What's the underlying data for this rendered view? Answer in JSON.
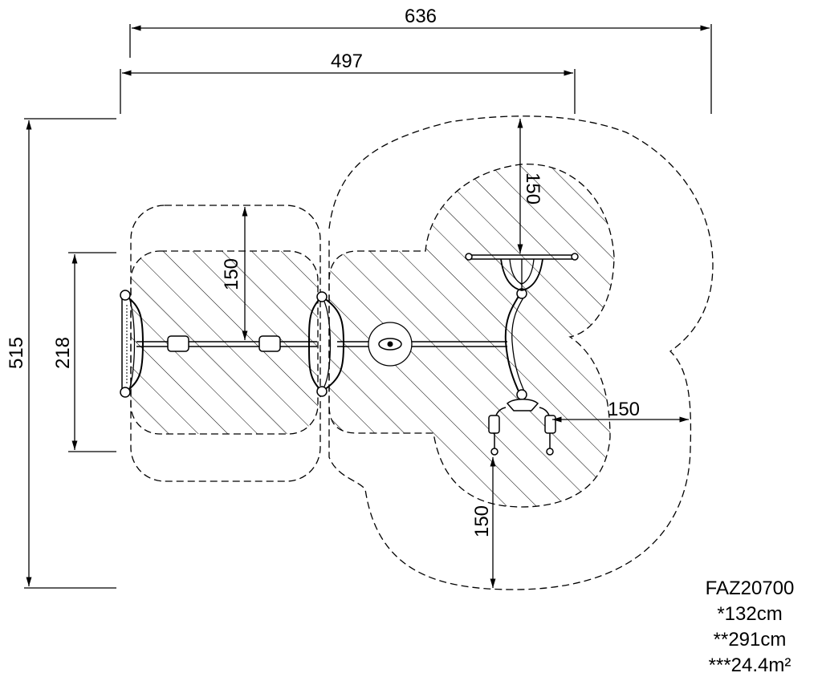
{
  "dimensions": {
    "overall_width": "636",
    "inner_width": "497",
    "overall_height": "515",
    "inner_height": "218",
    "clearance_left": "150",
    "clearance_top": "150",
    "clearance_right": "150",
    "clearance_bottom": "150"
  },
  "info": {
    "model": "FAZ20700",
    "height_1": "*132cm",
    "height_2": "**291cm",
    "area": "***24.4m²"
  }
}
